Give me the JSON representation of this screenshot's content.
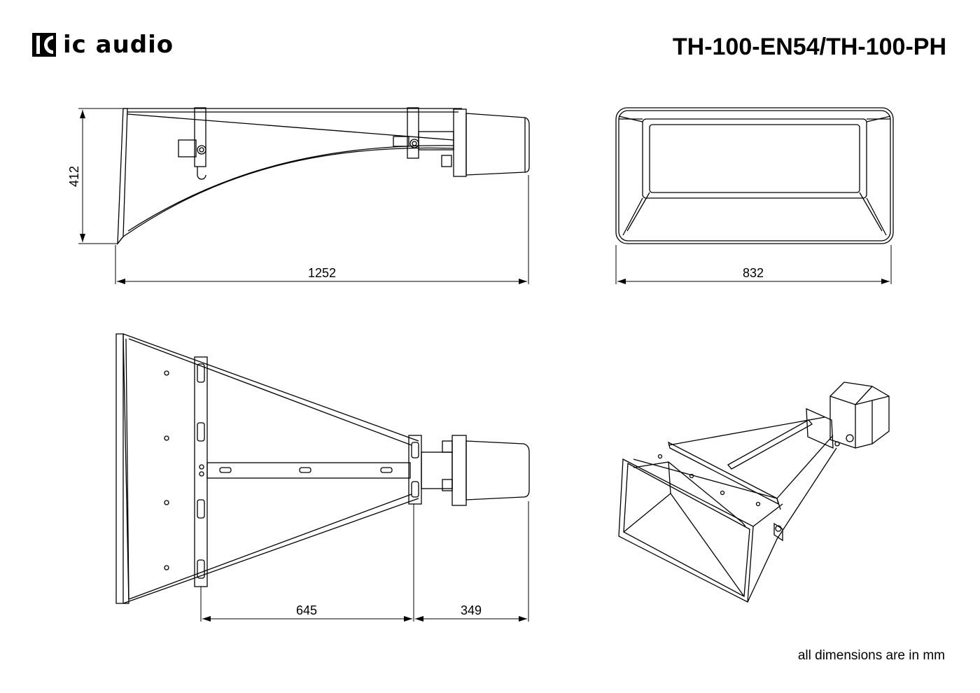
{
  "header": {
    "brand": "ic audio",
    "logo_icon": "ic-audio-logo-mark",
    "model": "TH-100-EN54/TH-100-PH"
  },
  "dimensions": {
    "side_height": "412",
    "side_length": "1252",
    "front_width": "832",
    "top_bracket_span": "645",
    "top_driver_span": "349"
  },
  "footer": {
    "units_note": "all dimensions are in mm"
  },
  "colors": {
    "ink": "#000000",
    "background": "#ffffff"
  }
}
